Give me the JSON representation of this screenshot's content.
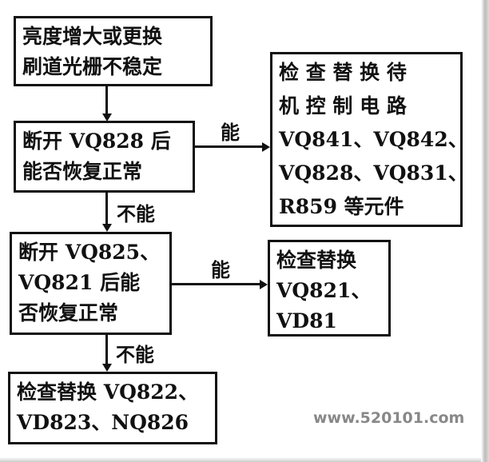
{
  "boxes": {
    "start": [
      "亮度增大或更换",
      "刷道光栅不稳定"
    ],
    "q1": [
      "断开 VQ828 后",
      "能否恢复正常"
    ],
    "a1": [
      "检 查 替 换 待",
      "机 控 制 电 路",
      "VQ841、VQ842、",
      "VQ828、VQ831、",
      "R859 等元件"
    ],
    "q2": [
      "断开 VQ825、",
      "VQ821 后能",
      "否恢复正常"
    ],
    "a2": [
      "检查替换",
      "VQ821、",
      "VD81"
    ],
    "a3": [
      "检查替换 VQ822、",
      "VD823、NQ826"
    ]
  },
  "labels": {
    "yes1": "能",
    "no1": "不能",
    "yes2": "能",
    "no2": "不能"
  },
  "watermark": "www.520101.com"
}
